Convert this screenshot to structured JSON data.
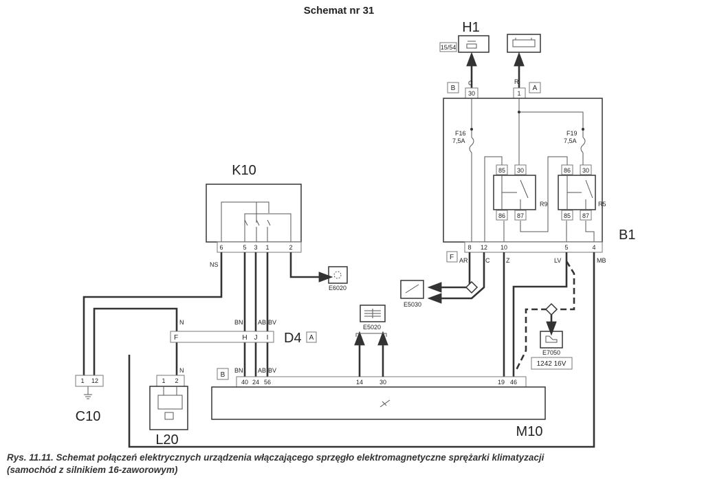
{
  "title": "Schemat nr 31",
  "components": {
    "h1": {
      "label": "H1",
      "terminal": "15/54"
    },
    "b1": {
      "label": "B1",
      "connector_b": "B",
      "connector_a": "A",
      "connector_f": "F",
      "top_pins": [
        "30",
        "1"
      ],
      "top_wires": [
        "C",
        "R"
      ],
      "bottom_pins": [
        "8",
        "12",
        "10",
        "5",
        "4"
      ],
      "bottom_wires": [
        "AR",
        "C",
        "Z",
        "LV",
        "MB"
      ],
      "fuses": [
        {
          "name": "F16",
          "rating": "7,5A"
        },
        {
          "name": "F19",
          "rating": "7,5A"
        }
      ],
      "relays": [
        {
          "name": "R9",
          "top": [
            "85",
            "30"
          ],
          "bottom": [
            "86",
            "87"
          ]
        },
        {
          "name": "R5",
          "top": [
            "86",
            "30"
          ],
          "bottom": [
            "85",
            "87"
          ]
        }
      ]
    },
    "k10": {
      "label": "K10",
      "pins": [
        "6",
        "5",
        "3",
        "1",
        "2"
      ],
      "wire_ns": "NS"
    },
    "d4": {
      "label": "D4",
      "box": "A",
      "pins": [
        "F",
        "H",
        "J",
        "I"
      ],
      "wires_top": [
        "N",
        "BN",
        "AB",
        "BV"
      ],
      "wires_bottom": [
        "N",
        "BN",
        "AB",
        "BV"
      ]
    },
    "c10": {
      "label": "C10",
      "pins": [
        "1",
        "12"
      ]
    },
    "l20": {
      "label": "L20",
      "pins": [
        "1",
        "2"
      ]
    },
    "m10": {
      "label": "M10",
      "connector": "B",
      "pins": [
        "40",
        "24",
        "56",
        "14",
        "30",
        "19",
        "46"
      ]
    },
    "e6020": {
      "label": "E6020"
    },
    "e5030": {
      "label": "E5030"
    },
    "e5020": {
      "label": "E5020"
    },
    "e7050": {
      "label": "E7050",
      "spec": "1242 16V"
    }
  },
  "caption": {
    "line1": "Rys. 11.11. Schemat połączeń elektrycznych urządzenia włączającego sprzęgło elektromagnetyczne sprężarki klimatyzacji",
    "line2": "(samochód z silnikiem 16-zaworowym)"
  }
}
